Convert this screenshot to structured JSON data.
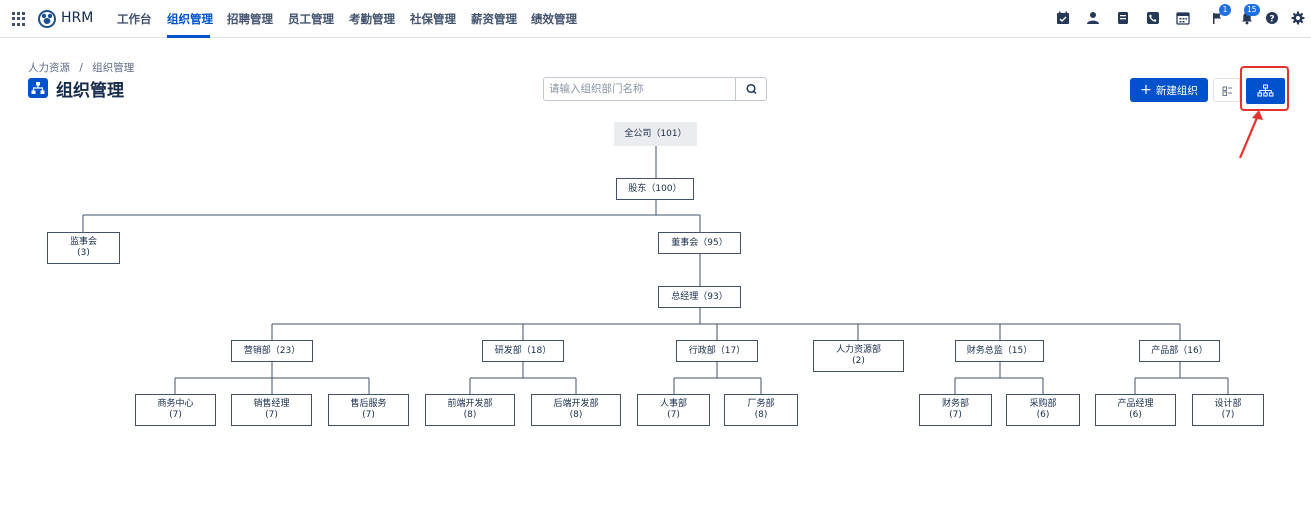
{
  "app": {
    "name": "HRM"
  },
  "nav": {
    "tabs": [
      "工作台",
      "组织管理",
      "招聘管理",
      "员工管理",
      "考勤管理",
      "社保管理",
      "薪资管理",
      "绩效管理"
    ],
    "active_tab": "组织管理"
  },
  "toolbar": {
    "icons": [
      "calendar-check-icon",
      "user-icon",
      "document-icon",
      "phone-icon",
      "calendar-icon",
      "flag-icon",
      "bell-icon",
      "help-icon",
      "settings-icon"
    ],
    "flag_badge": "1",
    "bell_badge": "15"
  },
  "breadcrumb": {
    "parent": "人力资源",
    "separator": "/",
    "current": "组织管理"
  },
  "page": {
    "title": "组织管理"
  },
  "search": {
    "placeholder": "请输入组织部门名称",
    "value": ""
  },
  "actions": {
    "new_org_label": "新建组织",
    "new_org_prefix": "+"
  },
  "colors": {
    "accent": "#0052cc",
    "annotation": "#e5322d"
  },
  "org_chart": {
    "root": {
      "label": "全公司（101）"
    },
    "shareholders": {
      "label": "股东（100）"
    },
    "supervisors": {
      "label": "监事会",
      "count": "(3)"
    },
    "board": {
      "label": "董事会（95）"
    },
    "gm": {
      "label": "总经理（93）"
    },
    "departments": [
      {
        "label": "营销部（23）"
      },
      {
        "label": "研发部（18）"
      },
      {
        "label": "行政部（17）"
      },
      {
        "label": "人力资源部",
        "count": "(2)"
      },
      {
        "label": "财务总监（15）"
      },
      {
        "label": "产品部（16）"
      }
    ],
    "teams": [
      {
        "label": "商务中心",
        "count": "(7)"
      },
      {
        "label": "销售经理",
        "count": "(7)"
      },
      {
        "label": "售后服务",
        "count": "(7)"
      },
      {
        "label": "前端开发部",
        "count": "(8)"
      },
      {
        "label": "后端开发部",
        "count": "(8)"
      },
      {
        "label": "人事部",
        "count": "(7)"
      },
      {
        "label": "厂务部",
        "count": "(8)"
      },
      {
        "label": "财务部",
        "count": "(7)"
      },
      {
        "label": "采购部",
        "count": "(6)"
      },
      {
        "label": "产品经理",
        "count": "(6)"
      },
      {
        "label": "设计部",
        "count": "(7)"
      }
    ]
  }
}
